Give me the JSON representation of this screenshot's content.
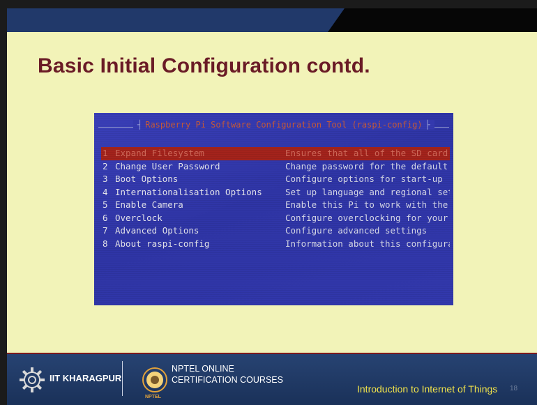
{
  "slide": {
    "title": "Basic Initial Configuration contd."
  },
  "config_tool": {
    "title": "Raspberry Pi Software Configuration Tool (raspi-config)",
    "items": [
      {
        "num": "1",
        "label": "Expand Filesystem",
        "description": "Ensures that all of the SD card",
        "selected": true
      },
      {
        "num": "2",
        "label": "Change User Password",
        "description": "Change password for the default u",
        "selected": false
      },
      {
        "num": "3",
        "label": "Boot Options",
        "description": "Configure options for start-up",
        "selected": false
      },
      {
        "num": "4",
        "label": "Internationalisation Options",
        "description": "Set up language and regional sett",
        "selected": false
      },
      {
        "num": "5",
        "label": "Enable Camera",
        "description": "Enable this Pi to work with the R",
        "selected": false
      },
      {
        "num": "6",
        "label": "Overclock",
        "description": "Configure overclocking for your P",
        "selected": false
      },
      {
        "num": "7",
        "label": "Advanced Options",
        "description": "Configure advanced settings",
        "selected": false
      },
      {
        "num": "8",
        "label": "About raspi-config",
        "description": "Information about this configurat",
        "selected": false
      }
    ]
  },
  "footer": {
    "institute": "IIT KHARAGPUR",
    "nptel_line1": "NPTEL ONLINE",
    "nptel_line2": "CERTIFICATION COURSES",
    "nptel_small": "NPTEL",
    "course": "Introduction to Internet of Things",
    "page": "18"
  },
  "icons": {
    "institute_logo": "gear-emblem-icon",
    "nptel_logo": "nptel-emblem-icon"
  },
  "colors": {
    "slide_bg": "#f2f3b8",
    "title": "#6a1b26",
    "header_bar": "#21396a",
    "terminal_bg": "#3238ac",
    "selected_row": "#a3231c",
    "footer_bg": "#1a3159",
    "course_text": "#f0e24a"
  }
}
